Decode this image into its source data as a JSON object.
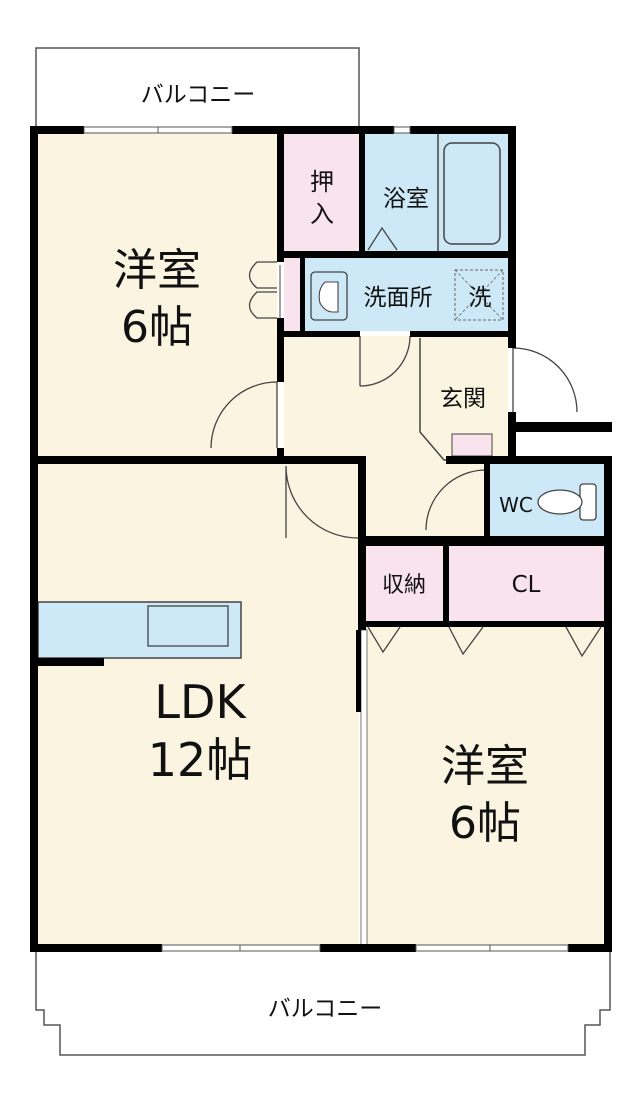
{
  "rooms": {
    "western_room_north": {
      "name": "洋室",
      "size": "6帖"
    },
    "western_room_south": {
      "name": "洋室",
      "size": "6帖"
    },
    "ldk": {
      "name": "LDK",
      "size": "12帖"
    },
    "oshiire": {
      "line1": "押",
      "line2": "入"
    },
    "bathroom": {
      "name": "浴室"
    },
    "washroom": {
      "name": "洗面所",
      "washer": "洗"
    },
    "entrance": {
      "name": "玄関"
    },
    "toilet": {
      "name": "WC"
    },
    "storage": {
      "name": "収納"
    },
    "closet": {
      "name": "CL"
    }
  },
  "balcony": {
    "north": "バルコニー",
    "south": "バルコニー"
  },
  "colors": {
    "floor": "#fbf4e1",
    "wet_area": "#cde9f7",
    "storage": "#f9e3ec",
    "wall": "#000000"
  }
}
